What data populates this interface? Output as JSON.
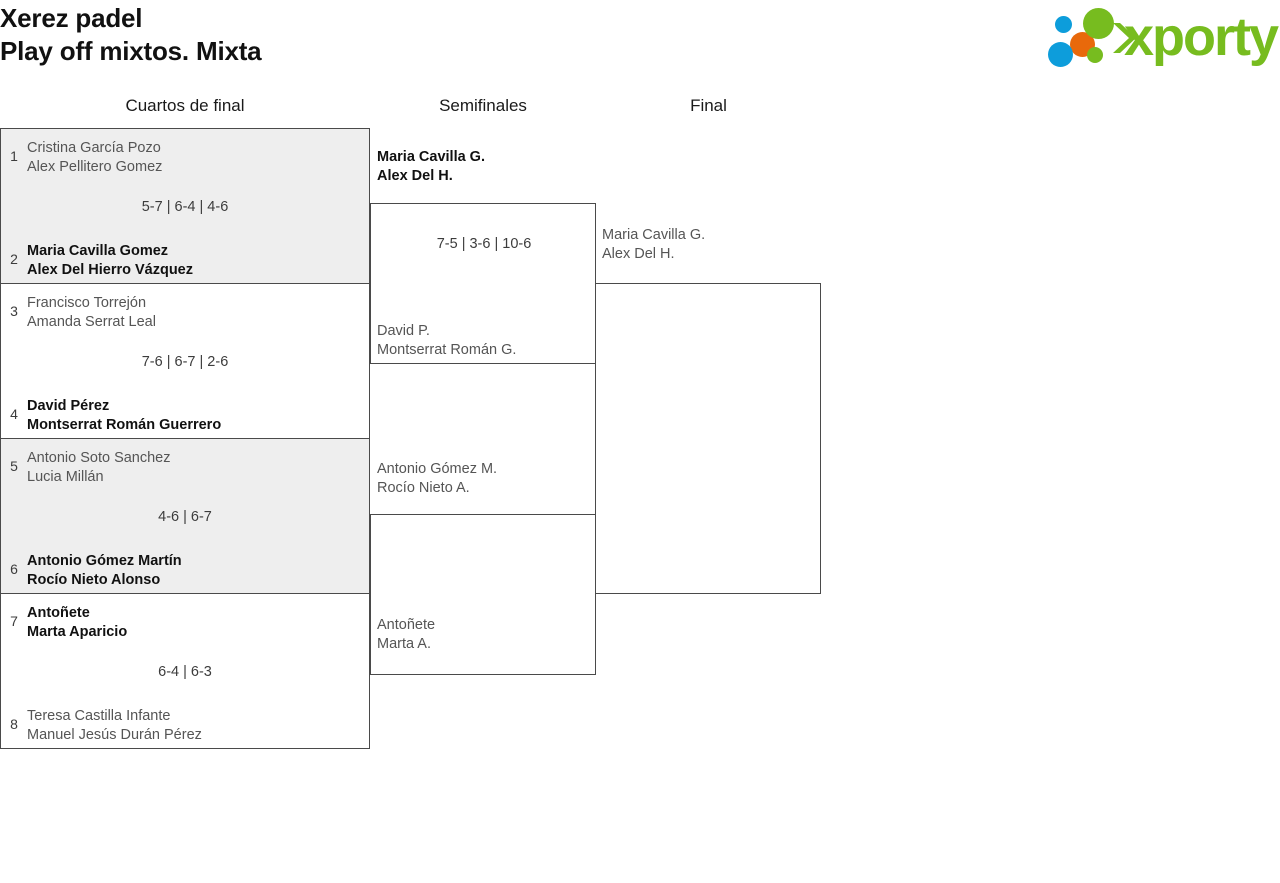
{
  "header": {
    "tournament_name": "Xerez padel",
    "subtitle": "Play off mixtos. Mixta"
  },
  "logo": {
    "wordmark": "xporty",
    "colors": {
      "green": "#77bc1f",
      "blue": "#0d9ddb",
      "orange": "#e8690b"
    },
    "dots": [
      "blue-small",
      "orange",
      "blue-large",
      "green-large",
      "green-small"
    ]
  },
  "rounds": [
    {
      "label": "Cuartos de final"
    },
    {
      "label": "Semifinales"
    },
    {
      "label": "Final"
    }
  ],
  "colors": {
    "shaded_row": "#eeeeee",
    "border": "#4a4a4a",
    "winner_text": "#111111",
    "loser_text": "#555555"
  },
  "quarterfinals": [
    {
      "shaded": true,
      "score": "5-7 | 6-4 | 4-6",
      "top": {
        "seed": "1",
        "player1": "Cristina García Pozo",
        "player2": "Alex Pellitero Gomez",
        "status": "loser"
      },
      "bottom": {
        "seed": "2",
        "player1": "Maria Cavilla Gomez",
        "player2": "Alex Del Hierro Vázquez",
        "status": "winner"
      }
    },
    {
      "shaded": false,
      "score": "7-6 | 6-7 | 2-6",
      "top": {
        "seed": "3",
        "player1": "Francisco Torrejón",
        "player2": "Amanda Serrat Leal",
        "status": "loser"
      },
      "bottom": {
        "seed": "4",
        "player1": "David Pérez",
        "player2": "Montserrat Román Guerrero",
        "status": "winner"
      }
    },
    {
      "shaded": true,
      "score": "4-6 | 6-7",
      "top": {
        "seed": "5",
        "player1": "Antonio Soto Sanchez",
        "player2": "Lucia Millán",
        "status": "loser"
      },
      "bottom": {
        "seed": "6",
        "player1": "Antonio Gómez Martín",
        "player2": "Rocío Nieto Alonso",
        "status": "winner"
      }
    },
    {
      "shaded": false,
      "score": "6-4 | 6-3",
      "top": {
        "seed": "7",
        "player1": "Antoñete",
        "player2": "Marta Aparicio",
        "status": "winner"
      },
      "bottom": {
        "seed": "8",
        "player1": "Teresa Castilla Infante",
        "player2": "Manuel Jesús Durán Pérez",
        "status": "loser"
      }
    }
  ],
  "semifinals": [
    {
      "score": "7-5 | 3-6 | 10-6",
      "top": {
        "player1": "Maria Cavilla G.",
        "player2": "Alex Del H.",
        "status": "winner"
      },
      "bottom": {
        "player1": "David P.",
        "player2": "Montserrat Román G.",
        "status": "loser"
      }
    },
    {
      "score": "",
      "top": {
        "player1": "Antonio Gómez M.",
        "player2": "Rocío Nieto A.",
        "status": "loser"
      },
      "bottom": {
        "player1": "Antoñete",
        "player2": "Marta A.",
        "status": "loser"
      }
    }
  ],
  "final": {
    "score": "",
    "top": {
      "player1": "Maria Cavilla G.",
      "player2": "Alex Del H.",
      "status": "loser"
    },
    "bottom": {
      "player1": "",
      "player2": "",
      "status": "empty"
    }
  }
}
